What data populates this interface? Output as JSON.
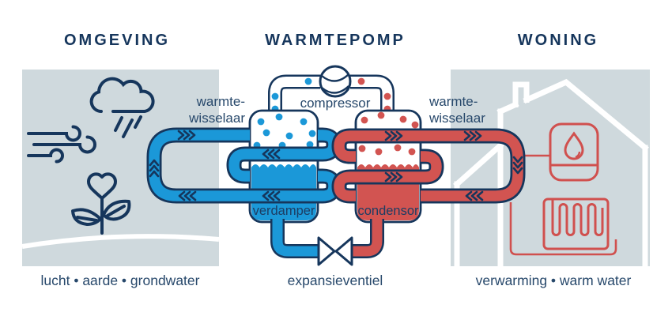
{
  "titles": {
    "left": "OMGEVING",
    "center": "WARMTEPOMP",
    "right": "WONING"
  },
  "captions": {
    "left": "lucht • aarde • grondwater",
    "center": "expansieventiel",
    "right": "verwarming • warm water"
  },
  "labels": {
    "hx_left_line1": "warmte-",
    "hx_left_line2": "wisselaar",
    "hx_right_line1": "warmte-",
    "hx_right_line2": "wisselaar",
    "compressor": "compressor",
    "evaporator": "verdamper",
    "condenser": "condensor"
  },
  "icons": [
    "wind-icon",
    "rain-cloud-icon",
    "plant-icon",
    "compressor-icon",
    "expansion-valve-icon",
    "house-icon",
    "boiler-icon",
    "water-drop-icon",
    "radiator-icon"
  ],
  "colors": {
    "navy_outline": "#16365c",
    "label_navy": "#27486b",
    "pipe_blue": "#1b98d8",
    "pipe_red": "#d25451",
    "panel_gray": "#cfd9dd",
    "house_line_red": "#d0504e",
    "white": "#ffffff"
  }
}
